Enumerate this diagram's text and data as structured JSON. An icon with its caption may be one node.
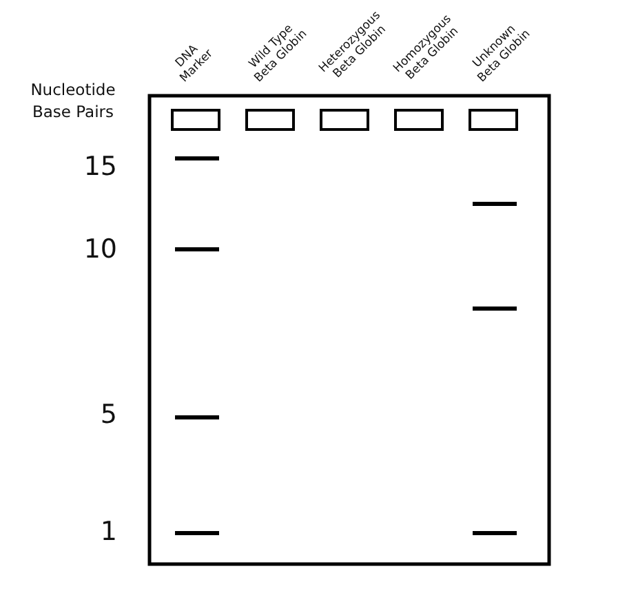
{
  "diagram": {
    "labels": [
      "DNA Marker",
      "Wild Type Beta Globin",
      "Heterozygous Beta Globin",
      "Homozygous Beta Globin",
      "Unknown Beta Globin",
      "Nucleotide Base Pairs",
      "15",
      "10",
      "5",
      "1"
    ]
  }
}
